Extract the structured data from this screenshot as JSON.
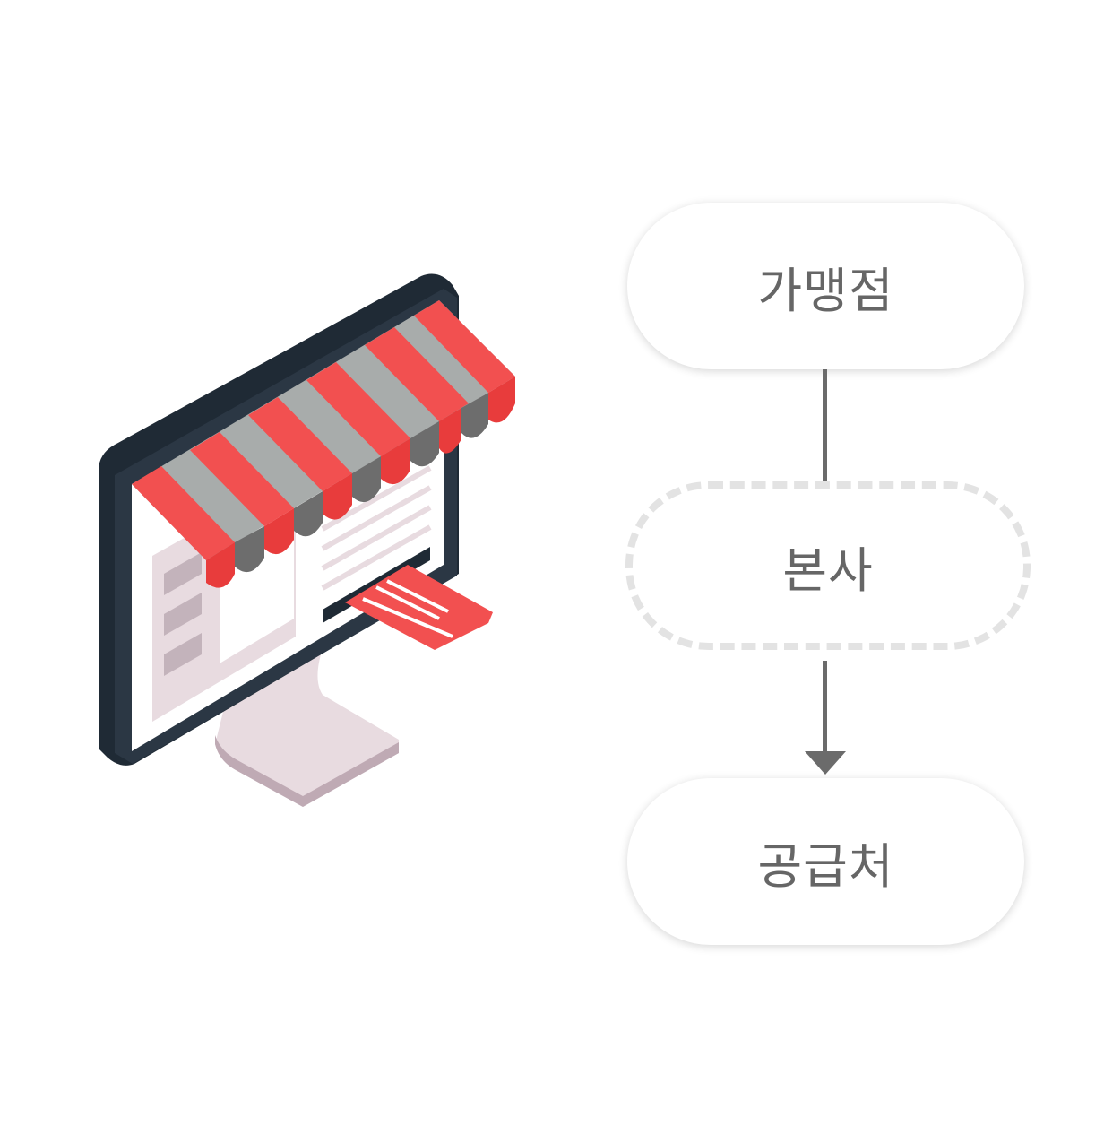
{
  "nodes": {
    "franchise": "가맹점",
    "headquarters": "본사",
    "supplier": "공급처"
  },
  "illustration": "online-store-monitor-icon",
  "colors": {
    "red": "#f25050",
    "gray": "#a8acab",
    "navy": "#27313d",
    "text": "#666666"
  }
}
